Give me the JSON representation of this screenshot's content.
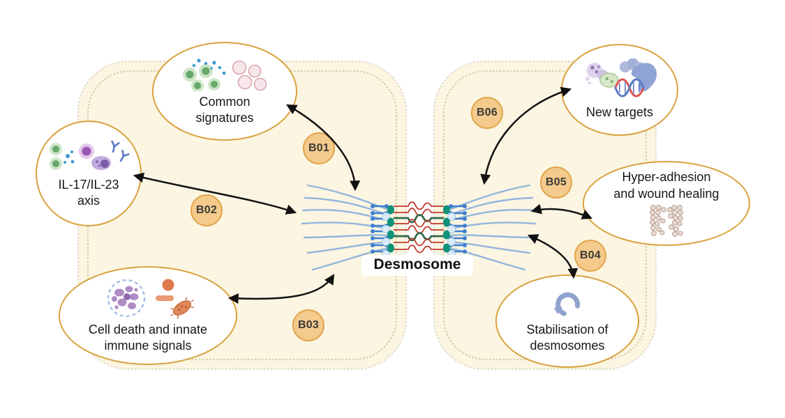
{
  "diagram": {
    "center_label": "Desmosome",
    "bubbles": [
      {
        "id": "common-signatures",
        "lines": [
          "Common",
          "signatures"
        ],
        "icon": "immune-cells-and-vesicles-icon"
      },
      {
        "id": "il17-il23-axis",
        "lines": [
          "IL-17/IL-23",
          "axis"
        ],
        "icon": "cytokine-cells-antibody-icon"
      },
      {
        "id": "cell-death-innate",
        "lines": [
          "Cell death and innate",
          "immune signals"
        ],
        "icon": "dying-cell-and-microbes-icon"
      },
      {
        "id": "new-targets",
        "lines": [
          "New targets",
          ""
        ],
        "icon": "gut-dna-icon"
      },
      {
        "id": "hyper-adhesion",
        "lines": [
          "Hyper-adhesion",
          "and wound healing"
        ],
        "icon": "wound-tissue-icon"
      },
      {
        "id": "stabilisation",
        "lines": [
          "Stabilisation of",
          "desmosomes"
        ],
        "icon": "cycle-arrow-icon"
      }
    ],
    "badges": [
      {
        "label": "B01"
      },
      {
        "label": "B02"
      },
      {
        "label": "B03"
      },
      {
        "label": "B04"
      },
      {
        "label": "B05"
      },
      {
        "label": "B06"
      }
    ],
    "arrows": [
      {
        "badge": "B01",
        "between": [
          "desmosome",
          "common-signatures"
        ],
        "bidirectional": true
      },
      {
        "badge": "B02",
        "between": [
          "desmosome",
          "il17-il23-axis"
        ],
        "bidirectional": true
      },
      {
        "badge": "B03",
        "between": [
          "desmosome",
          "cell-death-innate"
        ],
        "bidirectional": true
      },
      {
        "badge": "B04",
        "between": [
          "desmosome",
          "stabilisation"
        ],
        "bidirectional": true
      },
      {
        "badge": "B05",
        "between": [
          "desmosome",
          "hyper-adhesion"
        ],
        "bidirectional": true
      },
      {
        "badge": "B06",
        "between": [
          "desmosome",
          "new-targets"
        ],
        "bidirectional": true
      }
    ],
    "colors": {
      "bubble_border": "#D8A13C",
      "badge_fill": "#F4CB8C",
      "badge_border": "#E2A44B",
      "cell_fill": "#FBF5E1",
      "cell_border": "#DCCFB0",
      "arrow": "#111111",
      "filament_blue": "#92B6DB",
      "cadherin_red": "#BE3A2B",
      "cadherin_green": "#2F6A4A",
      "plaque_teal": "#0E9278",
      "connector_blue": "#3F7FD0"
    }
  }
}
